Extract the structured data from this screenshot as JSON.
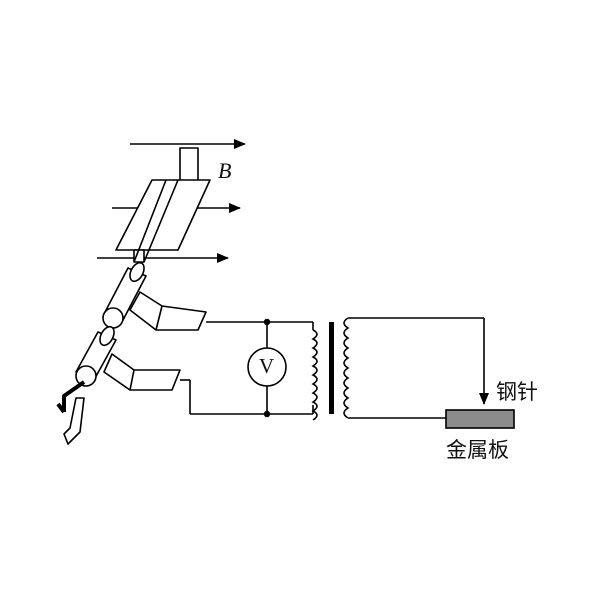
{
  "labels": {
    "magnetic_field": "B",
    "voltmeter": "V",
    "steel_needle": "钢针",
    "metal_plate": "金属板"
  },
  "colors": {
    "line": "#000000",
    "metal_plate_fill": "#8c8c8c",
    "background": "#ffffff"
  }
}
